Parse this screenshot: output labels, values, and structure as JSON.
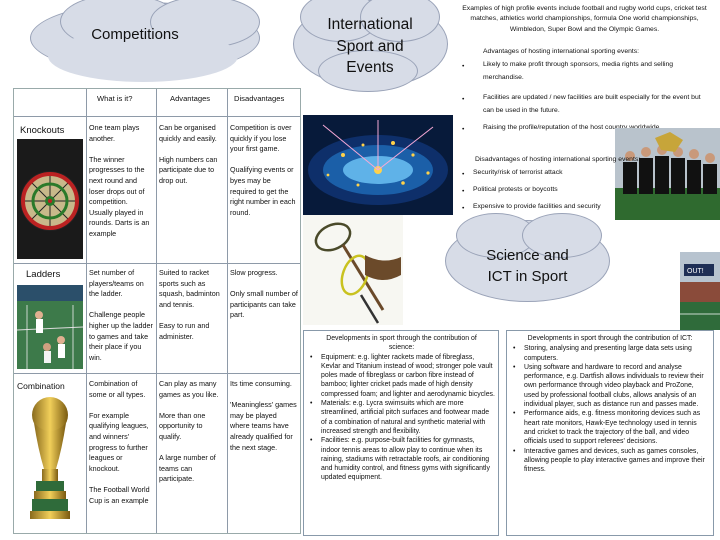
{
  "competitions": {
    "title": "Competitions",
    "headers": {
      "what": "What is it?",
      "adv": "Advantages",
      "disadv": "Disadvantages"
    },
    "rows": [
      {
        "label": "Knockouts",
        "what": [
          "One team plays another.",
          "The winner progresses to the next round and loser drops out of competition. Usually played in rounds. Darts is an example"
        ],
        "adv": [
          "Can be organised quickly and easily.",
          "High numbers can participate due to drop out."
        ],
        "disadv": [
          "Competition is over quickly if you lose your first game.",
          "Qualifying events or byes may be required to get the right number in each round."
        ]
      },
      {
        "label": "Ladders",
        "what": [
          "Set number of players/teams on the ladder.",
          "Challenge people higher up the ladder to games and take their place if you win."
        ],
        "adv": [
          "Suited to racket sports such as squash, badminton and tennis.",
          "Easy to run and administer."
        ],
        "disadv": [
          "Slow progress.",
          "Only small number of participants can take part."
        ]
      },
      {
        "label": "Combination",
        "what": [
          "Combination of some or all types.",
          "For example qualifying leagues, and winners' progress to further leagues or knockout.",
          "The Football World Cup is an example"
        ],
        "adv": [
          "Can play as many games as you like.",
          "More than one opportunity to qualify.",
          "A large number of teams can participate."
        ],
        "disadv": [
          "Its time consuming.",
          "'Meaningless' games may be played where teams have already qualified for the next stage."
        ]
      }
    ]
  },
  "intl": {
    "title_lines": [
      "International",
      "Sport and",
      "Events"
    ],
    "examples": "Examples of high profile events include football and rugby world cups, cricket test matches, athletics world championships, formula One world championships, Wimbledon, Super Bowl and the Olympic Games.",
    "adv_heading": "Advantages of hosting international sporting events:",
    "adv_items": [
      "Likely to make profit through sponsors, media rights and selling merchandise.",
      "Facilities are updated / new facilities are built especially for the event but can be used in the future.",
      "Raising the profile/reputation of the host country worldwide."
    ],
    "disadv_heading": "Disadvantages of hosting international sporting events:",
    "disadv_items": [
      "Security/risk of terrorist attack",
      "Political protests or boycotts",
      "Expensive to provide facilities and security"
    ]
  },
  "science": {
    "title_lines": [
      "Science and",
      "ICT in Sport"
    ],
    "box1_heading": "Developments in sport through the contribution of science:",
    "box1_items": [
      "Equipment: e.g. lighter rackets made of fibreglass, Kevlar and Titanium instead of wood; stronger pole vault poles made of fibreglass or carbon fibre instead of bamboo; lighter cricket pads made of high density compressed foam; and lighter and aerodynamic bicycles.",
      "Materials: e.g. Lycra swimsuits which are more streamlined, artificial pitch surfaces and footwear made of a combination of natural and synthetic material with increased strength and flexibility.",
      "Facilities: e.g. purpose-built facilities for gymnasts, indoor tennis areas to allow play to continue when its raining, stadiums with retractable roofs, air conditioning and humidity control, and fitness gyms with significantly updated equipment."
    ],
    "box2_heading": "Developments in sport through the contribution of ICT:",
    "box2_items": [
      "Storing, analysing and presenting large data sets using computers.",
      "Using software and hardware to record and analyse performance, e.g. Dartfish allows individuals to review their own performance through video playback and ProZone, used by professional football clubs, allows analysis of an individual player, such as distance run and passes made.",
      "Performance aids, e.g. fitness monitoring devices such as heart rate monitors, Hawk-Eye technology used in tennis and cricket to track the trajectory of the ball, and video officials used to support referees' decisions.",
      "Interactive games and devices, such as games consoles, allowing people to play interactive games and improve their fitness."
    ]
  },
  "icons": {
    "photos": [
      "darts-photo",
      "badminton-photo",
      "world-cup-trophy-photo",
      "olympic-stadium-photo",
      "rugby-team-photo",
      "rackets-photo",
      "wimbledon-photo"
    ]
  }
}
